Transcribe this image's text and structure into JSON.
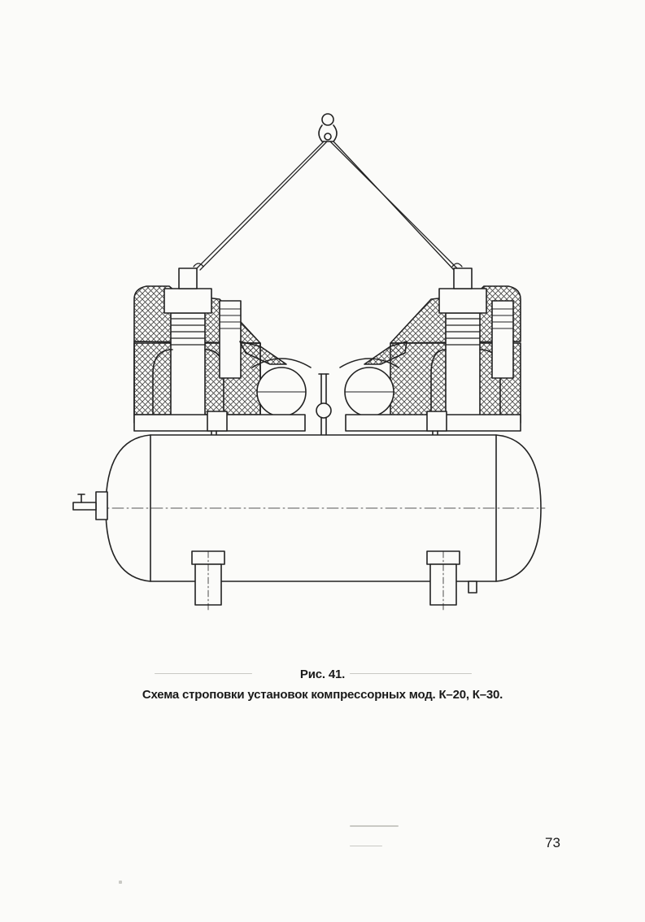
{
  "figure": {
    "icon": "compressor-slinging-diagram"
  },
  "caption": {
    "number": "Рис. 41.",
    "title": "Схема строповки установок компрессорных мод. К–20, К–30."
  },
  "page_number": "73"
}
